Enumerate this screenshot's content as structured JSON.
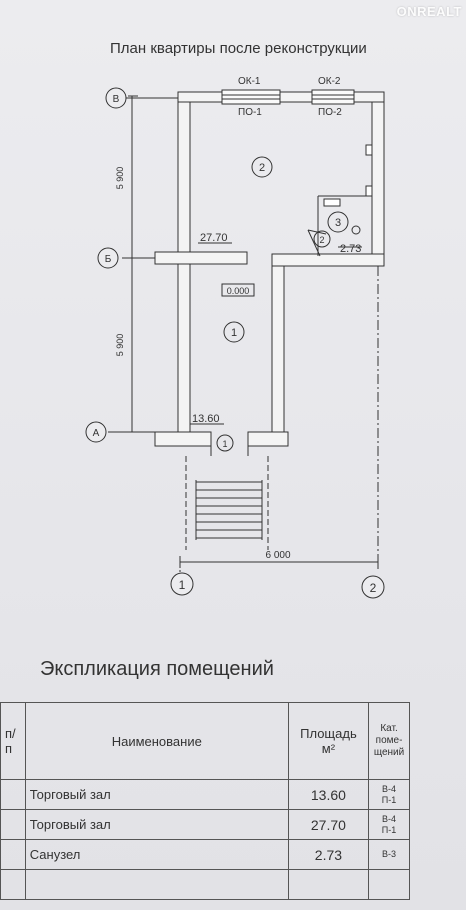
{
  "plan": {
    "title": "План квартиры после реконструкции",
    "watermark": "ONREALT",
    "windows": [
      {
        "top": "ОК-1",
        "bottom": "ПО-1"
      },
      {
        "top": "ОК-2",
        "bottom": "ПО-2"
      }
    ],
    "axes_rows": [
      "В",
      "Б",
      "А"
    ],
    "axes_cols": [
      "1",
      "2"
    ],
    "dims": {
      "upper_vertical": "5 900",
      "lower_vertical": "5 900",
      "horizontal": "6 000"
    },
    "rooms": [
      {
        "number": "2",
        "area": "27.70"
      },
      {
        "number": "1",
        "area": "13.60"
      },
      {
        "number": "3",
        "area": "2.73"
      }
    ],
    "level_mark": "0.000",
    "entrance_marker": "1",
    "fixture_marker": "2"
  },
  "explication": {
    "title": "Экспликация помещений",
    "headers": {
      "num": "п/п",
      "name": "Наименование",
      "area_line1": "Площадь",
      "area_line2": "м²",
      "category": [
        "Кат.",
        "поме-",
        "щений"
      ]
    },
    "rows": [
      {
        "name": "Торговый зал",
        "area": "13.60",
        "cat1": "В-4",
        "cat2": "П-1"
      },
      {
        "name": "Торговый зал",
        "area": "27.70",
        "cat1": "В-4",
        "cat2": "П-1"
      },
      {
        "name": "Санузел",
        "area": "2.73",
        "cat1": "В-3",
        "cat2": ""
      }
    ]
  }
}
